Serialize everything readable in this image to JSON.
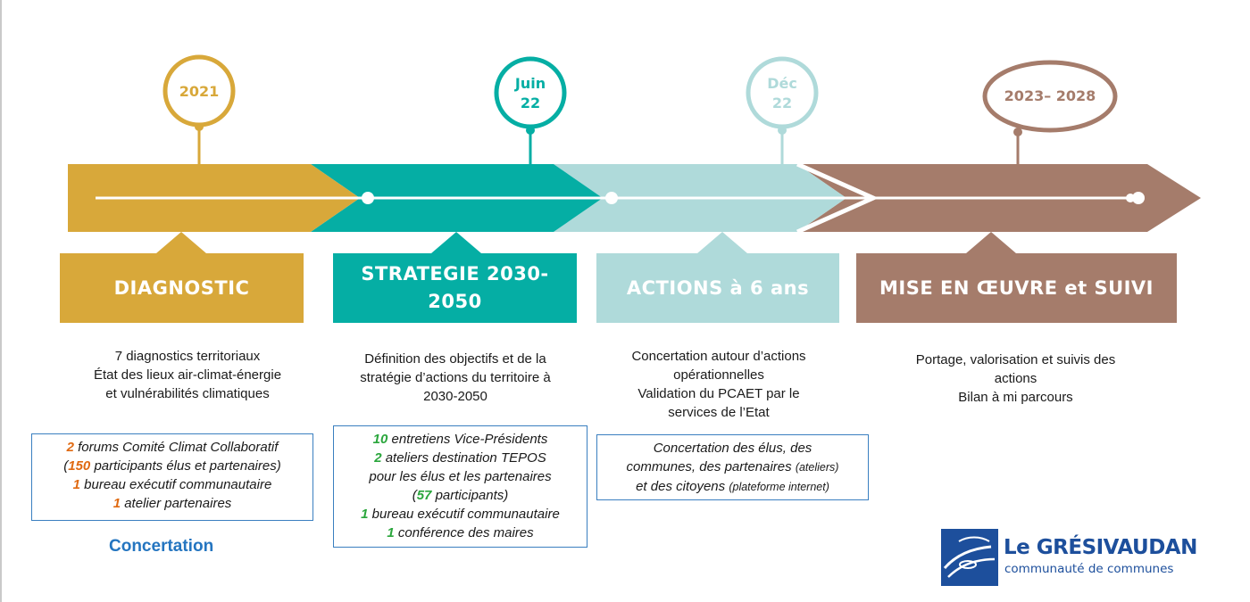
{
  "milestones": [
    {
      "line1": "2021",
      "line2": ""
    },
    {
      "line1": "Juin",
      "line2": "22"
    },
    {
      "line1": "Déc",
      "line2": "22"
    },
    {
      "line1": "2023– 2028",
      "line2": ""
    }
  ],
  "phases": [
    {
      "title": "DIAGNOSTIC",
      "color": "#d8a83a"
    },
    {
      "title_line1": "STRATEGIE 2030-",
      "title_line2": "2050",
      "color": "#05aea4"
    },
    {
      "title": "ACTIONS à 6 ans",
      "color": "#afdada"
    },
    {
      "title": "MISE EN ŒUVRE et SUIVI",
      "color": "#a57c6b"
    }
  ],
  "descriptions": {
    "diagnostic": [
      "7 diagnostics territoriaux",
      "État des lieux air-climat-énergie",
      "et vulnérabilités climatiques"
    ],
    "strategie": [
      "Définition des objectifs et de la",
      "stratégie d’actions du territoire à",
      "2030-2050"
    ],
    "actions": [
      "Concertation autour d’actions",
      "opérationnelles",
      "Validation du PCAET par le",
      "services de l’Etat"
    ],
    "mise": [
      "Portage, valorisation et suivis des",
      "actions",
      "Bilan à mi parcours"
    ]
  },
  "details": {
    "diagnostic": {
      "l1_num": "2",
      "l1_text": " forums Comité Climat Collaboratif",
      "l2_pre": "(",
      "l2_num": "150",
      "l2_text": " participants élus et partenaires)",
      "l3_num": "1",
      "l3_text": " bureau exécutif communautaire",
      "l4_num": "1",
      "l4_text": " atelier partenaires"
    },
    "strategie": {
      "l1_num": "10",
      "l1_text": " entretiens Vice-Présidents",
      "l2_num": "2",
      "l2_text": " ateliers destination TEPOS",
      "l3_text": "pour les élus et les partenaires",
      "l4_pre": "(",
      "l4_num": "57",
      "l4_text": " participants)",
      "l5_num": "1",
      "l5_text": " bureau exécutif communautaire",
      "l6_num": "1",
      "l6_text": " conférence des maires"
    },
    "actions": {
      "l1": "Concertation des élus, des",
      "l2": "communes, des partenaires ",
      "l2_small": "(ateliers)",
      "l3": "et des citoyens ",
      "l3_small": "(plateforme internet)"
    }
  },
  "concertation_label": "Concertation",
  "logo": {
    "title": "Le GRÉSIVAUDAN",
    "subtitle": "communauté de communes",
    "color": "#1d4f9c"
  }
}
